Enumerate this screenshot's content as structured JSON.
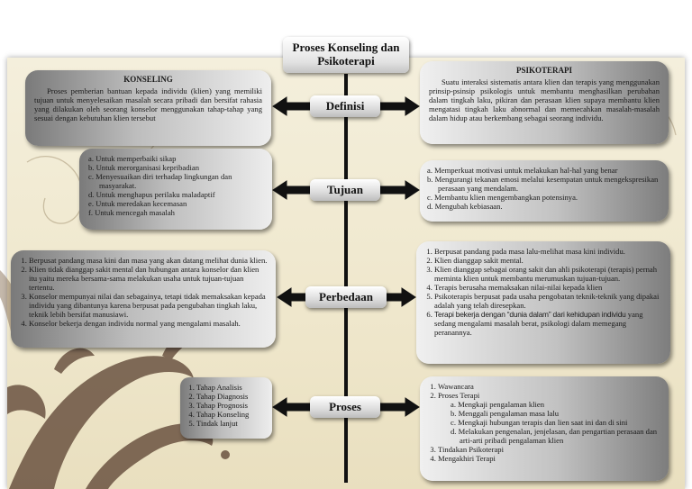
{
  "title": "Proses Konseling dan Psikoterapi",
  "nodes": {
    "definisi": "Definisi",
    "tujuan": "Tujuan",
    "perbedaan": "Perbedaan",
    "proses": "Proses"
  },
  "definisi": {
    "konseling": {
      "heading": "KONSELING",
      "text": "Proses pemberian bantuan kepada individu (klien) yang memiliki tujuan untuk menyelesaikan masalah secara pribadi dan bersifat rahasia yang dilakukan oleh seorang konselor menggunakan tahap-tahap yang sesuai dengan kebutuhan klien tersebut"
    },
    "psikoterapi": {
      "heading": "PSIKOTERAPI",
      "text": "Suatu interaksi sistematis antara klien dan terapis yang menggunakan prinsip-psinsip psikologis untuk membantu menghasilkan perubahan dalam tingkah laku, pikiran dan perasaan klien supaya membantu klien mengatasi tingkah laku abnormal dan memecahkan masalah-masalah dalam hidup atau berkembang sebagai seorang individu."
    }
  },
  "tujuan": {
    "konseling": [
      "a.  Untuk memperbaiki sikap",
      "b.  Untuk merorganisasi kepribadian",
      "c.  Menyesuaikan diri terhadap lingkungan dan masyarakat.",
      "d.  Untuk menghapus perilaku maladaptif",
      "e.  Untuk meredakan kecemasan",
      "f.  Untuk mencegah masalah"
    ],
    "psikoterapi": [
      "a.  Memperkuat motivasi untuk melakukan hal-hal yang benar",
      "b.  Mengurangi tekanan emosi melalui kesempatan untuk mengekspresikan perasaan yang mendalam.",
      "c.  Membantu klien mengembangkan potensinya.",
      "d.  Mengubah kebiasaan."
    ]
  },
  "perbedaan": {
    "konseling": [
      "Berpusat pandang masa kini dan masa yang akan datang melihat dunia klien.",
      "Klien tidak dianggap sakit mental dan hubungan antara konselor dan klien itu yaitu mereka bersama-sama melakukan usaha untuk tujuan-tujuan tertentu.",
      "Konselor mempunyai nilai dan sebagainya, tetapi tidak memaksakan kepada individu yang dibantunya karena berpusat pada pengubahan tingkah laku, teknik lebih bersifat manusiawi.",
      "Konselor bekerja dengan individu normal yang mengalami masalah."
    ],
    "psikoterapi": [
      "Berpusat pandang pada masa lalu-melihat masa kini individu.",
      "Klien dianggap sakit mental.",
      "Klien dianggap sebagai orang sakit dan ahli psikoterapi (terapis) pernah meminta klien untuk membantu merumuskan tujuan-tujuan.",
      "Terapis berusaha memaksakan nilai-nilai kepada klien",
      "Psikoterapis berpusat pada usaha pengobatan teknik-teknik yang dipakai adalah yang telah diresepkan."
    ],
    "psikoterapi_last_hl": "Terapi bekerja dengan “dunia dalam” dari kehidupan individu",
    "psikoterapi_last_rest": "yang sedang mengalami masalah berat, psikologi dalam memegang peranannya."
  },
  "proses": {
    "konseling": [
      "Tahap Analisis",
      "Tahap Diagnosis",
      "Tahap Prognosis",
      "Tahap Konseling",
      "Tindak lanjut"
    ],
    "psikoterapi": {
      "item1": "Wawancara",
      "item2": "Proses Terapi",
      "sub": [
        "a.  Mengkaji pengalaman klien",
        "b.  Menggali pengalaman masa lalu",
        "c.  Mengkaji hubungan terapis dan lien saat ini dan di sini",
        "d.  Melakukan pengenalan, jenjelasan, dan pengartian perasaan dan arti-arti pribadi pengalaman klien"
      ],
      "item3": "Tindakan Psikoterapi",
      "item4": "Mengakhiri Terapi"
    }
  }
}
